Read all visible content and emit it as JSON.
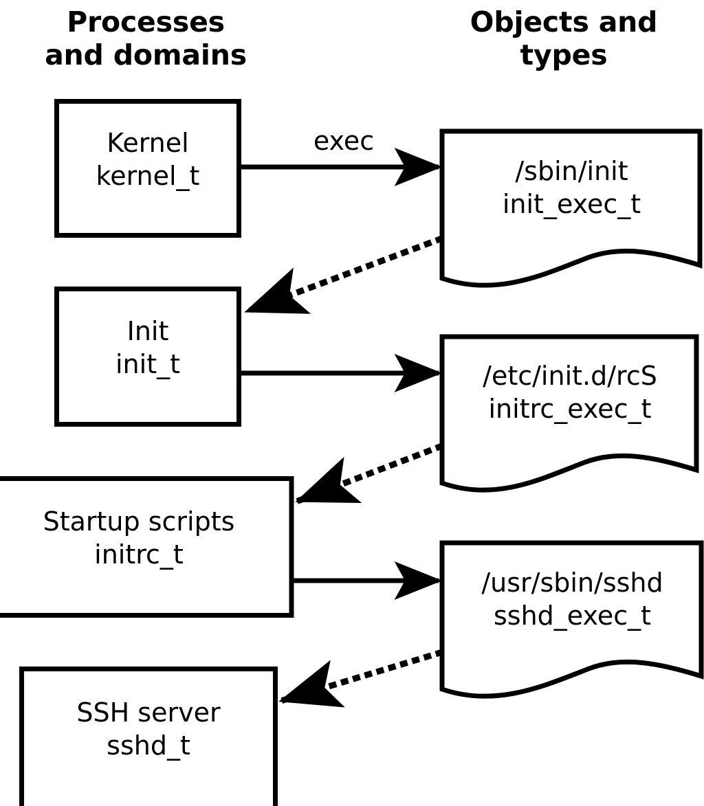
{
  "headings": {
    "left": "Processes\nand domains",
    "right": "Objects and\ntypes"
  },
  "process_nodes": [
    {
      "id": "kernel",
      "name": "Kernel",
      "type": "kernel_t"
    },
    {
      "id": "init",
      "name": "Init",
      "type": "init_t"
    },
    {
      "id": "initrc",
      "name": "Startup scripts",
      "type": "initrc_t"
    },
    {
      "id": "sshd",
      "name": "SSH server",
      "type": "sshd_t"
    }
  ],
  "process_labels": {
    "kernel": "Kernel\nkernel_t",
    "init": "Init\ninit_t",
    "initrc": "Startup scripts\ninitrc_t",
    "sshd": "SSH server\nsshd_t"
  },
  "object_nodes": [
    {
      "id": "init_exec",
      "path": "/sbin/init",
      "type": "init_exec_t"
    },
    {
      "id": "initrc_exec",
      "path": "/etc/init.d/rcS",
      "type": "initrc_exec_t"
    },
    {
      "id": "sshd_exec",
      "path": "/usr/sbin/sshd",
      "type": "sshd_exec_t"
    }
  ],
  "object_labels": {
    "init_exec": "/sbin/init\ninit_exec_t",
    "initrc_exec": "/etc/init.d/rcS\ninitrc_exec_t",
    "sshd_exec": "/usr/sbin/sshd\nsshd_exec_t"
  },
  "edges": [
    {
      "id": "exec-kernel-init",
      "from": "kernel",
      "to": "init_exec",
      "style": "solid",
      "label": "exec"
    },
    {
      "id": "transition-init",
      "from": "init_exec",
      "to": "init",
      "style": "dotted",
      "label": ""
    },
    {
      "id": "exec-init-initrc",
      "from": "init",
      "to": "initrc_exec",
      "style": "solid",
      "label": ""
    },
    {
      "id": "transition-initrc",
      "from": "initrc_exec",
      "to": "initrc",
      "style": "dotted",
      "label": ""
    },
    {
      "id": "exec-initrc-sshd",
      "from": "initrc",
      "to": "sshd_exec",
      "style": "solid",
      "label": ""
    },
    {
      "id": "transition-sshd",
      "from": "sshd_exec",
      "to": "sshd",
      "style": "dotted",
      "label": ""
    }
  ],
  "edge_labels": {
    "exec": "exec"
  },
  "colors": {
    "stroke": "#000000",
    "fill": "#ffffff",
    "background": "#ffffff"
  }
}
